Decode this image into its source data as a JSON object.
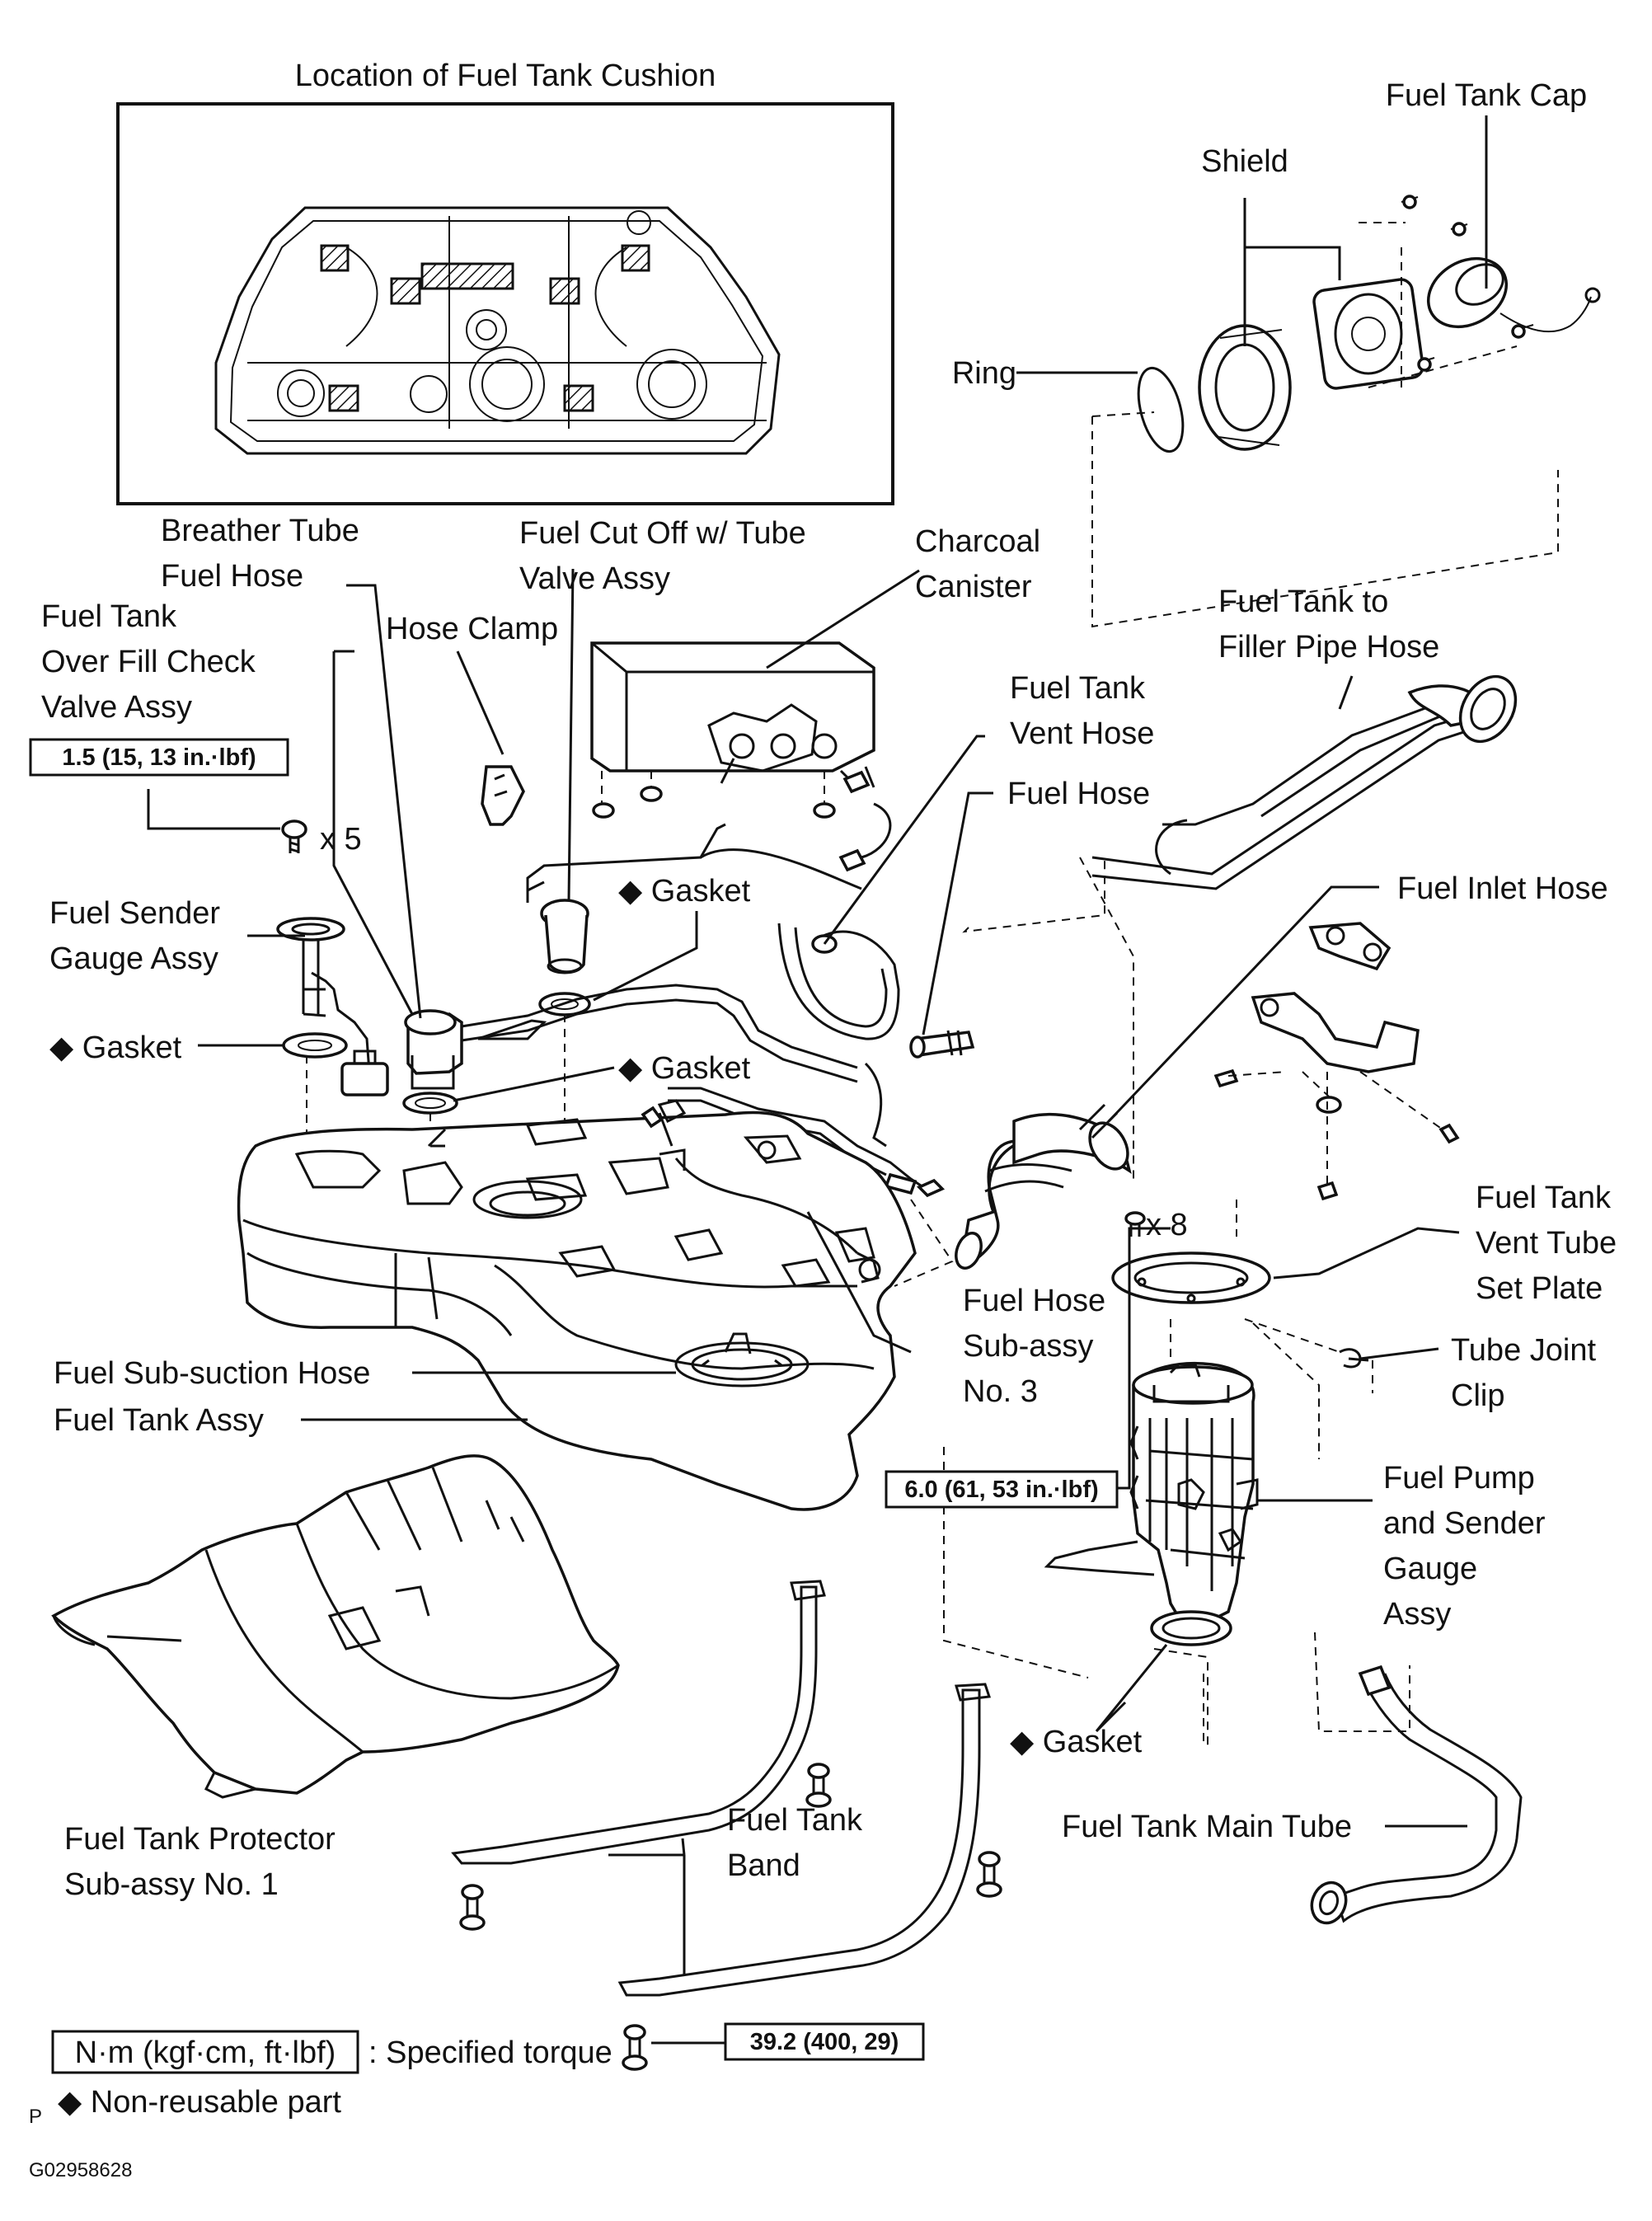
{
  "diagram": {
    "inset_title": "Location of Fuel Tank Cushion",
    "labels": {
      "fuel_tank_cap": "Fuel Tank Cap",
      "shield": "Shield",
      "ring": "Ring",
      "breather_l1": "Breather Tube",
      "breather_l2": "Fuel Hose",
      "cutoff_l1": "Fuel Cut Off w/ Tube",
      "cutoff_l2": "Valve Assy",
      "canister_l1": "Charcoal",
      "canister_l2": "Canister",
      "overfill_l1": "Fuel Tank",
      "overfill_l2": "Over Fill Check",
      "overfill_l3": "Valve Assy",
      "hose_clamp": "Hose Clamp",
      "filler_l1": "Fuel Tank to",
      "filler_l2": "Filler Pipe Hose",
      "vent_hose_l1": "Fuel Tank",
      "vent_hose_l2": "Vent Hose",
      "fuel_hose": "Fuel Hose",
      "gasket_1": "◆ Gasket",
      "gasket_2": "◆ Gasket",
      "gasket_3": "◆ Gasket",
      "gasket_4": "◆ Gasket",
      "inlet_hose": "Fuel Inlet Hose",
      "sender_l1": "Fuel Sender",
      "sender_l2": "Gauge Assy",
      "x5": "x 5",
      "x8": "x 8",
      "vent_plate_l1": "Fuel Tank",
      "vent_plate_l2": "Vent Tube",
      "vent_plate_l3": "Set Plate",
      "hose3_l1": "Fuel Hose",
      "hose3_l2": "Sub-assy",
      "hose3_l3": "No. 3",
      "tube_clip_l1": "Tube Joint",
      "tube_clip_l2": "Clip",
      "sub_suction": "Fuel Sub-suction Hose",
      "tank_assy": "Fuel Tank Assy",
      "pump_l1": "Fuel Pump",
      "pump_l2": "and Sender",
      "pump_l3": "Gauge",
      "pump_l4": "Assy",
      "band_l1": "Fuel Tank",
      "band_l2": "Band",
      "main_tube": "Fuel Tank Main Tube",
      "protector_l1": "Fuel Tank Protector",
      "protector_l2": "Sub-assy No. 1"
    },
    "torque": {
      "t1": "1.5 (15, 13 in.·lbf)",
      "t2": "6.0 (61, 53 in.·lbf)",
      "t3": "39.2 (400, 29)"
    },
    "legend": {
      "unit_box": "N·m (kgf·cm, ft·lbf)",
      "unit_text": ": Specified torque",
      "nonreusable": "◆ Non-reusable part"
    },
    "corner_mark": "P",
    "figure_code": "G02958628"
  }
}
